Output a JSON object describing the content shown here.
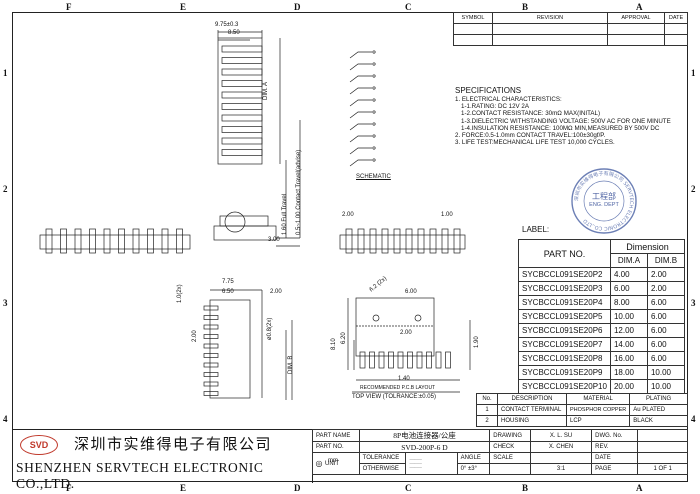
{
  "zones": {
    "top": [
      "F",
      "E",
      "D",
      "C",
      "B",
      "A"
    ],
    "bottom": [
      "F",
      "E",
      "D",
      "C",
      "B",
      "A"
    ],
    "left": [
      "1",
      "2",
      "3",
      "4"
    ],
    "right": [
      "1",
      "2",
      "3",
      "4"
    ]
  },
  "revision_table": {
    "headers": [
      "SYMBOL",
      "REVISION",
      "APPROVAL",
      "DATE"
    ]
  },
  "specifications": {
    "title": "SPECIFICATIONS",
    "lines": [
      "1. ELECTRICAL CHARACTERISTICS:",
      "1-1.RATING: DC 12V 2A",
      "1-2.CONTACT RESISTANCE: 30mΩ MAX(INITAL)",
      "1-3.DIELECTRIC WITHSTANDING VOLTAGE: 500V AC FOR ONE MINUTE",
      "1-4.INSULATION RESISTANCE: 100MΩ MIN,MEASURED BY 500V DC",
      "2. FORCE:0.5-1.0mm CONTACT TRAVEL:100±30gf/P.",
      "3. LIFE TEST:MECHANICAL LIFE TEST 10,000 CYCLES."
    ]
  },
  "stamp": {
    "center_text": "工程部",
    "sub_text": "ENG. DEPT",
    "ring_text": "深圳市实维得电子有限公司 SERVTECH ELECTRONIC CO.,LTD"
  },
  "label_table": {
    "title": "LABEL:",
    "part_header": "PART NO.",
    "dim_header": "Dimension",
    "dim_a": "DIM.A",
    "dim_b": "DIM.B",
    "rows": [
      [
        "SYCBCCL091SE20P2",
        "4.00",
        "2.00"
      ],
      [
        "SYCBCCL091SE20P3",
        "6.00",
        "2.00"
      ],
      [
        "SYCBCCL091SE20P4",
        "8.00",
        "6.00"
      ],
      [
        "SYCBCCL091SE20P5",
        "10.00",
        "6.00"
      ],
      [
        "SYCBCCL091SE20P6",
        "12.00",
        "6.00"
      ],
      [
        "SYCBCCL091SE20P7",
        "14.00",
        "6.00"
      ],
      [
        "SYCBCCL091SE20P8",
        "16.00",
        "6.00"
      ],
      [
        "SYCBCCL091SE20P9",
        "18.00",
        "10.00"
      ],
      [
        "SYCBCCL091SE20P10",
        "20.00",
        "10.00"
      ]
    ]
  },
  "bom_table": {
    "headers": [
      "No.",
      "DESCRIPTION",
      "MATERIAL",
      "PLATING"
    ],
    "rows": [
      [
        "1",
        "CONTACT TERMINAL",
        "PHOSPHOR COPPER",
        "Au PLATED"
      ],
      [
        "2",
        "HOUSING",
        "LCP",
        "BLACK"
      ]
    ]
  },
  "company": {
    "logo": "SVD",
    "name_cn": "深圳市实维得电子有限公司",
    "name_en": "SHENZHEN SERVTECH ELECTRONIC CO.,LTD."
  },
  "title_block": {
    "part_name_label": "PART NAME",
    "part_name_value": "8P电池连接器/公座",
    "part_no_label": "PART NO.",
    "part_no_value": "SVD-200P-6 D",
    "drawing_label": "DRAWING",
    "drawing_value": "X. L. SU",
    "check_label": "CHECK",
    "check_value": "X. CHEN",
    "dwg_no_label": "DWG. No.",
    "rev_label": "REV.",
    "unit_label": "UNIT",
    "unit_value": "mm",
    "tolerance_label": "TOLERANCE",
    "otherwise_label": "OTHERWISE",
    "angle_label": "ANGLE",
    "angle_value": "0° ±3°",
    "scale_label": "SCALE",
    "scale_value": "3:1",
    "date_label": "DATE",
    "page_label": "PAGE",
    "page_value": "1 OF 1"
  },
  "drawing_text": {
    "dim_975": "9.75±0.3",
    "dim_850": "8.50",
    "dim_a": "DIM. A",
    "travel_full": "1.60 Full Travel",
    "travel_contact": "0.5~1.00 Contact Travel(advise)",
    "schematic": "SCHEMATIC",
    "dim_300": "3.00",
    "dim_200a": "2.00",
    "dim_100a": "1.00",
    "dim_10": "1.0(2x)",
    "dim_775": "7.75",
    "dim_650": "6.50",
    "dim_200b": "2.00",
    "dim_200c": "2.00",
    "dim_phi_pin": "ø0.8(2x)",
    "dim_b": "DIM. B",
    "dim_phi_hole": "ñ.2 (2x)",
    "dim_600": "6.00",
    "dim_200d": "2.00",
    "dim_810": "8.10",
    "dim_620": "6.20",
    "dim_190": "1.90",
    "dim_140": "1.40",
    "pcb_caption": "RECOMMENDED P.C.B LAYOUT",
    "pcb_sub": "TOP VIEW (TOLRANCE:±0.05)"
  }
}
